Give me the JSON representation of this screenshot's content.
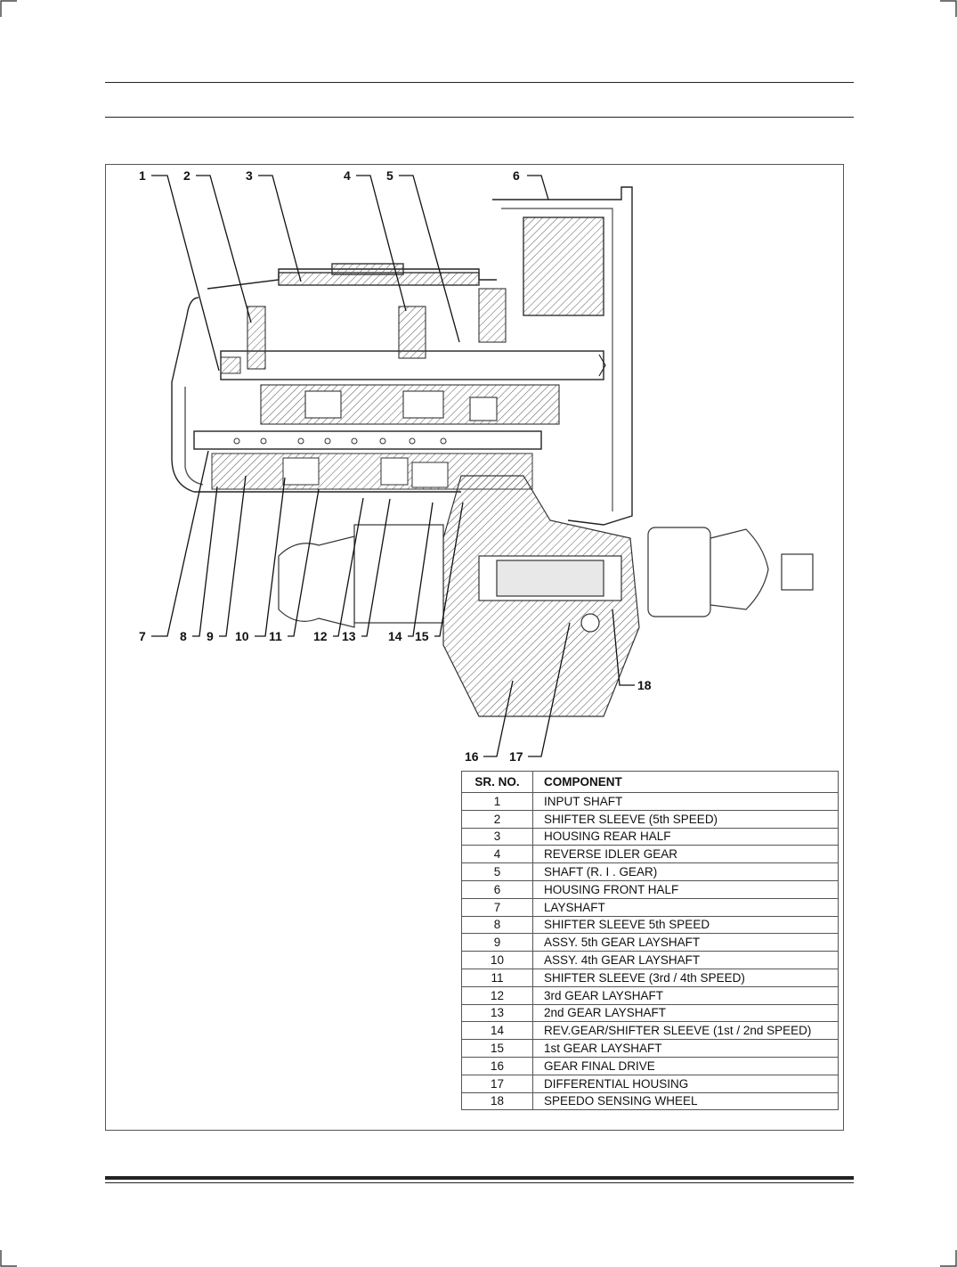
{
  "diagram": {
    "callouts": [
      {
        "no": "1"
      },
      {
        "no": "2"
      },
      {
        "no": "3"
      },
      {
        "no": "4"
      },
      {
        "no": "5"
      },
      {
        "no": "6"
      },
      {
        "no": "7"
      },
      {
        "no": "8"
      },
      {
        "no": "9"
      },
      {
        "no": "10"
      },
      {
        "no": "11"
      },
      {
        "no": "12"
      },
      {
        "no": "13"
      },
      {
        "no": "14"
      },
      {
        "no": "15"
      },
      {
        "no": "16"
      },
      {
        "no": "17"
      },
      {
        "no": "18"
      }
    ]
  },
  "table": {
    "headers": {
      "sr": "SR. NO.",
      "component": "COMPONENT"
    },
    "rows": [
      {
        "sr": "1",
        "component": "INPUT SHAFT"
      },
      {
        "sr": "2",
        "component": "SHIFTER SLEEVE (5th SPEED)"
      },
      {
        "sr": "3",
        "component": "HOUSING REAR HALF"
      },
      {
        "sr": "4",
        "component": "REVERSE IDLER GEAR"
      },
      {
        "sr": "5",
        "component": "SHAFT (R. I . GEAR)"
      },
      {
        "sr": "6",
        "component": "HOUSING FRONT HALF"
      },
      {
        "sr": "7",
        "component": "LAYSHAFT"
      },
      {
        "sr": "8",
        "component": "SHIFTER SLEEVE 5th SPEED"
      },
      {
        "sr": "9",
        "component": "ASSY. 5th GEAR LAYSHAFT"
      },
      {
        "sr": "10",
        "component": "ASSY. 4th GEAR LAYSHAFT"
      },
      {
        "sr": "11",
        "component": "SHIFTER SLEEVE (3rd / 4th SPEED)"
      },
      {
        "sr": "12",
        "component": "3rd GEAR LAYSHAFT"
      },
      {
        "sr": "13",
        "component": "2nd GEAR LAYSHAFT"
      },
      {
        "sr": "14",
        "component": "REV.GEAR/SHIFTER SLEEVE (1st / 2nd SPEED)"
      },
      {
        "sr": "15",
        "component": "1st GEAR LAYSHAFT"
      },
      {
        "sr": "16",
        "component": "GEAR FINAL DRIVE"
      },
      {
        "sr": "17",
        "component": "DIFFERENTIAL HOUSING"
      },
      {
        "sr": "18",
        "component": "SPEEDO SENSING WHEEL"
      }
    ]
  }
}
